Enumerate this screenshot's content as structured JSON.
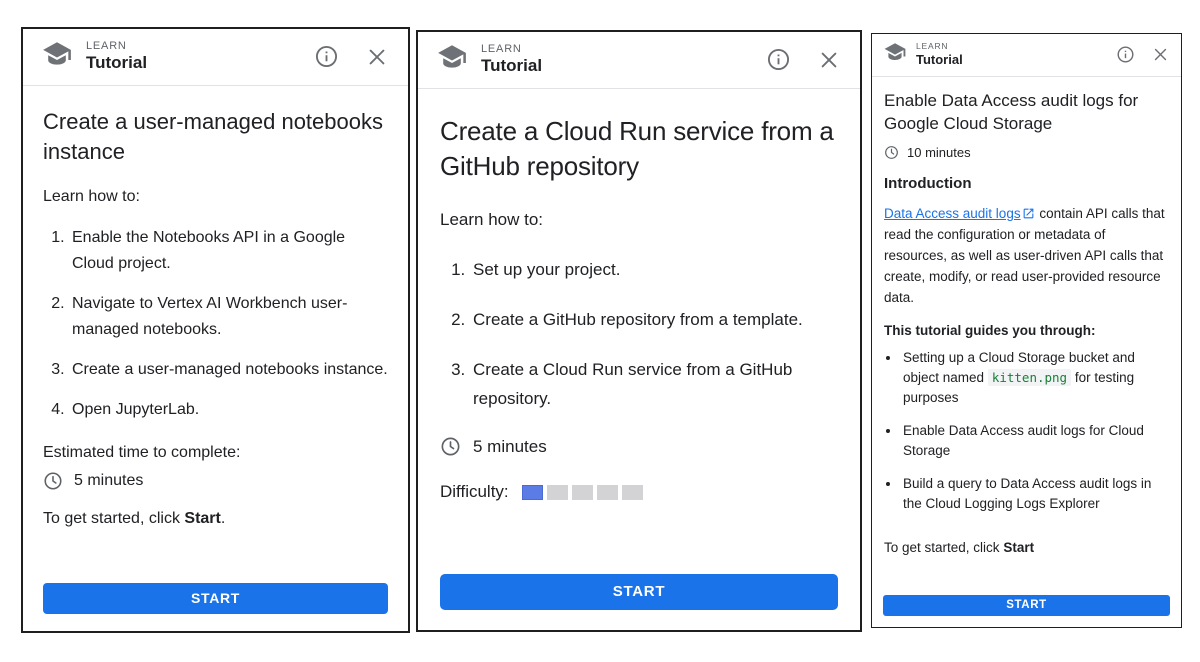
{
  "colors": {
    "primary_blue": "#1a73e8",
    "link_blue": "#1a73e8",
    "difficulty_filled": "#5b7ce4",
    "difficulty_empty": "#d3d3d6",
    "code_green": "#188038",
    "icon_gray": "#6b6f73"
  },
  "icons": {
    "header_left": "graduation-cap-icon",
    "header_info": "info-icon",
    "header_close": "close-icon",
    "time": "clock-icon",
    "link_suffix": "external-link-icon"
  },
  "panels": [
    {
      "header": {
        "eyebrow": "LEARN",
        "app_title": "Tutorial"
      },
      "title": "Create a user-managed notebooks instance",
      "learn_label": "Learn how to:",
      "steps": [
        "Enable the Notebooks API in a Google Cloud project.",
        "Navigate to Vertex AI Workbench user-managed notebooks.",
        "Create a user-managed notebooks instance.",
        "Open JupyterLab."
      ],
      "estimated_label": "Estimated time to complete:",
      "time": "5 minutes",
      "cta": {
        "prefix": "To get started, click ",
        "bold": "Start",
        "suffix": "."
      },
      "start_label": "START"
    },
    {
      "header": {
        "eyebrow": "LEARN",
        "app_title": "Tutorial"
      },
      "title": "Create a Cloud Run service from a GitHub repository",
      "learn_label": "Learn how to:",
      "steps": [
        "Set up your project.",
        "Create a GitHub repository from a template.",
        "Create a Cloud Run service from a GitHub repository."
      ],
      "time": "5 minutes",
      "difficulty": {
        "label": "Difficulty:",
        "level": 1,
        "total": 5
      },
      "start_label": "START"
    },
    {
      "header": {
        "eyebrow": "LEARN",
        "app_title": "Tutorial"
      },
      "title": "Enable Data Access audit logs for Google Cloud Storage",
      "time": "10 minutes",
      "intro_heading": "Introduction",
      "intro_link_text": "Data Access audit logs",
      "intro_text_after_link": " contain API calls that read the configuration or metadata of resources, as well as user-driven API calls that create, modify, or read user-provided resource data.",
      "guides_heading": "This tutorial guides you through:",
      "bullets": [
        {
          "prefix": "Setting up a Cloud Storage bucket and object named ",
          "code": "kitten.png",
          "suffix": " for testing purposes"
        },
        {
          "text": "Enable Data Access audit logs for Cloud Storage"
        },
        {
          "text": "Build a query to Data Access audit logs in the Cloud Logging Logs Explorer"
        }
      ],
      "cta": {
        "prefix": "To get started, click ",
        "bold": "Start",
        "suffix": ""
      },
      "start_label": "START"
    }
  ]
}
